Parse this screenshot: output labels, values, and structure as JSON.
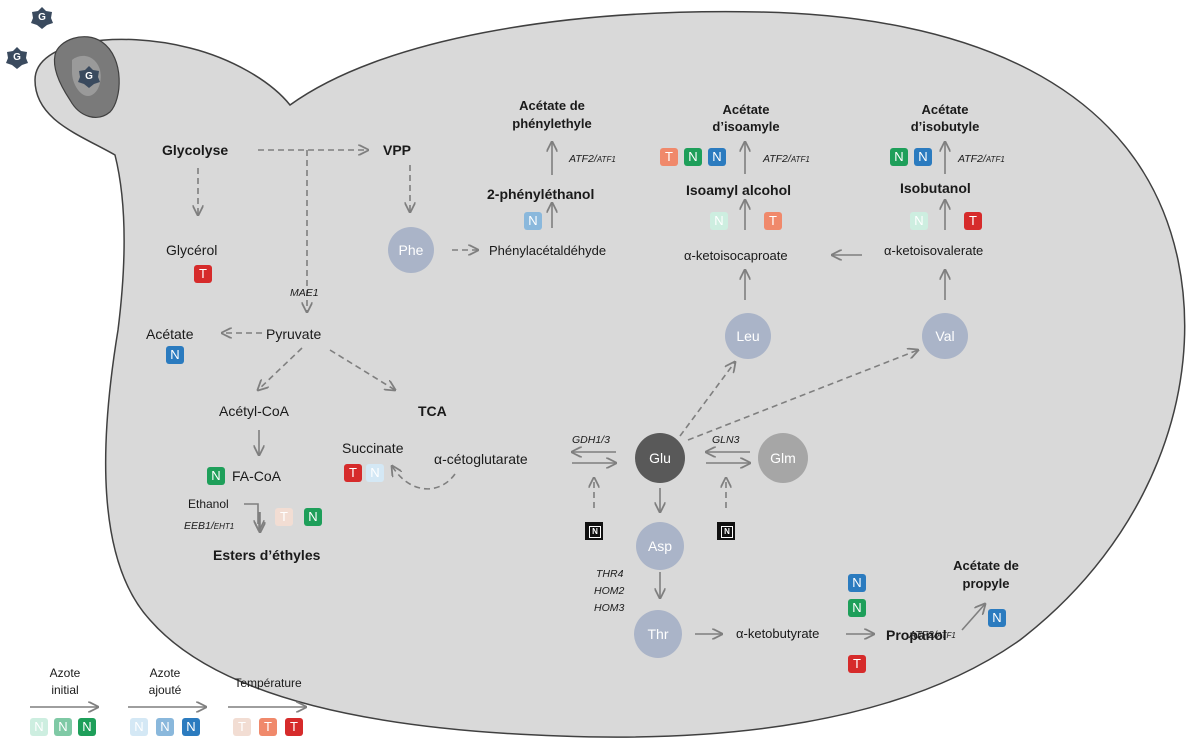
{
  "glucose": {
    "g": "G"
  },
  "nodes": {
    "glycolyse": "Glycolyse",
    "vpp": "VPP",
    "glycerol": "Glycérol",
    "pyruvate": "Pyruvate",
    "acetate": "Acétate",
    "acetylcoa": "Acétyl-CoA",
    "tca": "TCA",
    "facoa": "FA-CoA",
    "ethanol": "Ethanol",
    "esters_ethyles": "Esters d’éthyles",
    "succinate": "Succinate",
    "alpha_ceto": "α-cétoglutarate",
    "phe": "Phe",
    "phenylacetaldehyde": "Phénylacétaldéhyde",
    "phenylethanol": "2-phényléthanol",
    "acetate_phenylethyle_1": "Acétate de",
    "acetate_phenylethyle_2": "phénylethyle",
    "isoamyl_alcohol": "Isoamyl alcohol",
    "acetate_isoamyle_1": "Acétate",
    "acetate_isoamyle_2": "d’isoamyle",
    "ketoisocaproate": "α-ketoisocaproate",
    "leu": "Leu",
    "isobutanol": "Isobutanol",
    "acetate_isobutyle_1": "Acétate",
    "acetate_isobutyle_2": "d’isobutyle",
    "ketoisovalerate": "α-ketoisovalerate",
    "val": "Val",
    "glu": "Glu",
    "glm": "Glm",
    "asp": "Asp",
    "thr": "Thr",
    "ketobutyrate": "α-ketobutyrate",
    "propanol": "Propanol",
    "acetate_propyle_1": "Acétate de",
    "acetate_propyle_2": "propyle"
  },
  "genes": {
    "mae1": "MAE1",
    "gdh": "GDH1/3",
    "gln3": "GLN3",
    "atf2": "ATF2/",
    "atf1": "ATF1",
    "eeb1": "EEB1/",
    "eht1": "EHT1",
    "thr4": "THR4",
    "hom2": "HOM2",
    "hom3": "HOM3"
  },
  "badge_letters": {
    "N": "N",
    "T": "T"
  },
  "nitrogen_icon": "N",
  "legend": {
    "azote_initial_1": "Azote",
    "azote_initial_2": "initial",
    "azote_ajoute_1": "Azote",
    "azote_ajoute_2": "ajouté",
    "temperature": "Température"
  },
  "colors": {
    "cell": "#d9d9d9",
    "arrow": "#7f7f7f",
    "circle_light": "#aab4c8",
    "circle_glu": "#595959",
    "circle_glm": "#a6a6a6",
    "n_dark_green": "#1e9f5a",
    "n_mid_green": "#7fc9a5",
    "n_light_green": "#cdeee0",
    "n_dark_blue": "#2b7bbf",
    "n_mid_blue": "#8ab8dc",
    "n_light_blue": "#d4e8f5",
    "t_dark_red": "#d62b2b",
    "t_mid_orange": "#f0896b",
    "t_light_peach": "#f2ddd3"
  }
}
